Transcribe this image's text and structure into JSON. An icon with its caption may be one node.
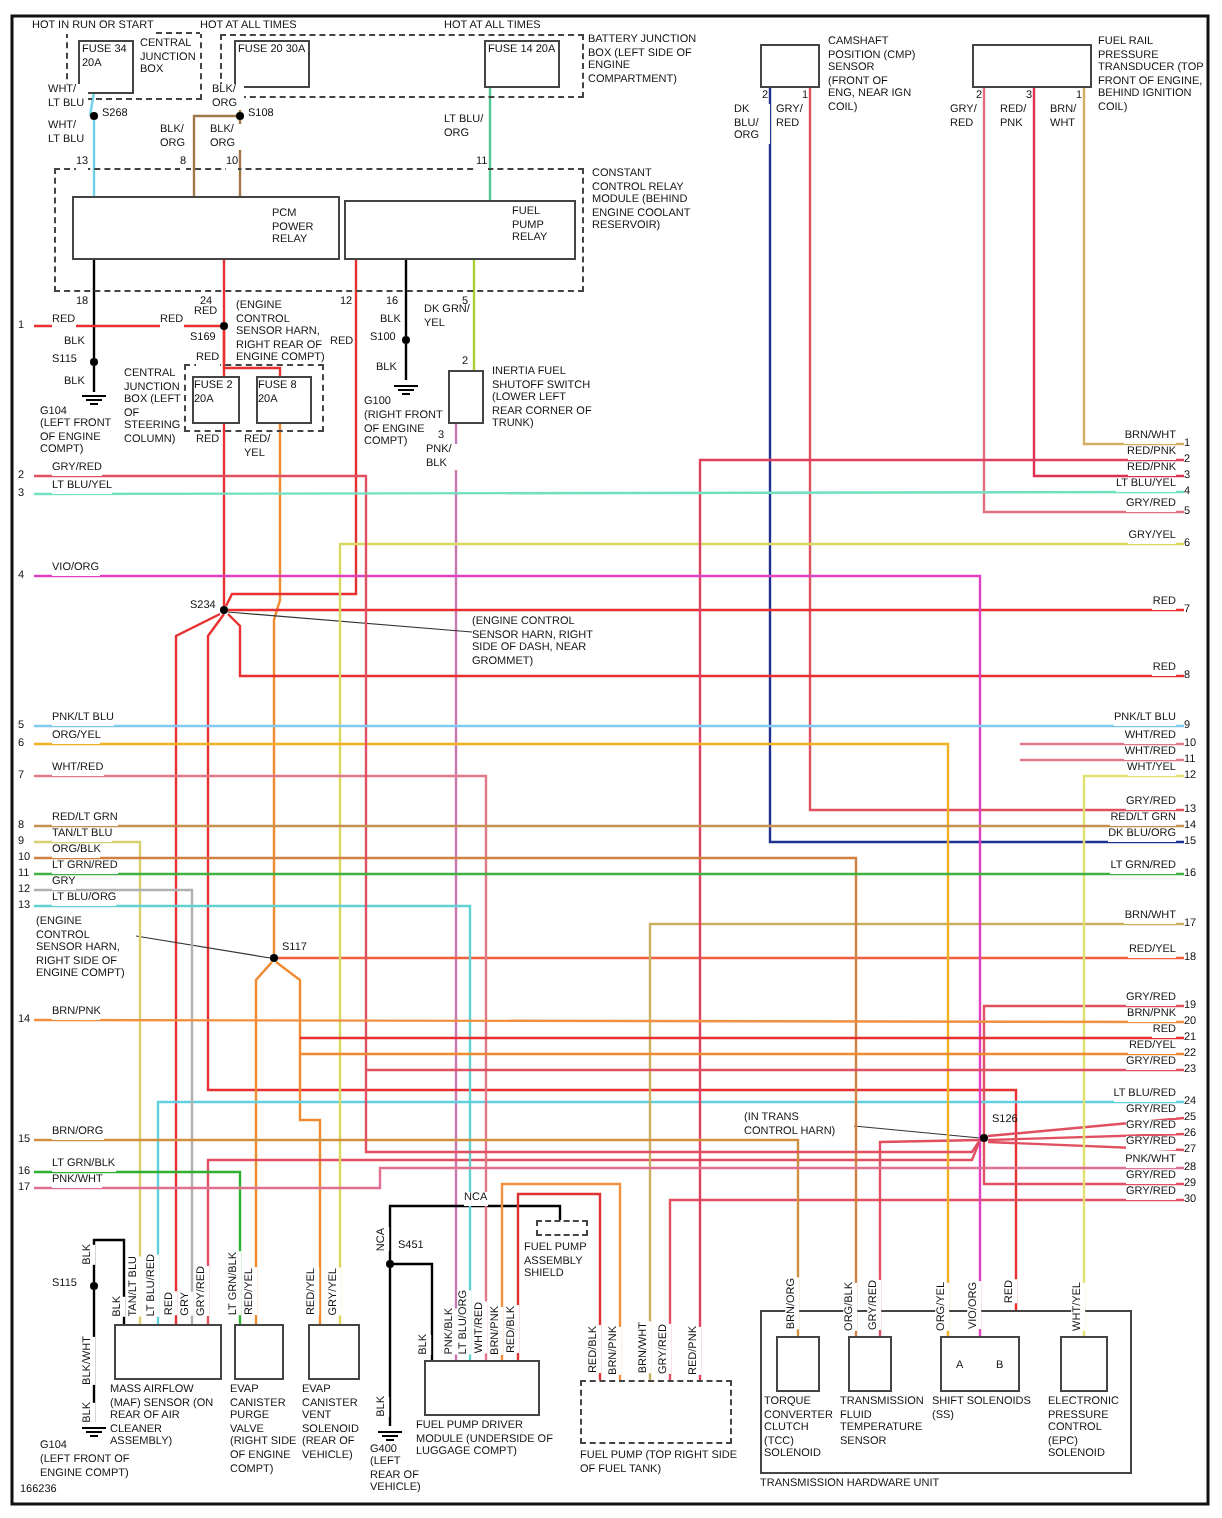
{
  "diagram": {
    "nodes": [
      {
        "text": [
          "CENTRAL JUNCTION BOX"
        ]
      },
      {
        "text": [
          "FUSE 34 20A"
        ],
        "in": 0
      },
      {
        "text": [
          "BATTERY JUNCTION BOX (LEFT SIDE OF ENGINE COMPARTMENT)"
        ]
      },
      {
        "text": [
          "FUSE 20 30A"
        ],
        "in": 2
      },
      {
        "text": [
          "FUSE 14 20A"
        ],
        "in": 2
      },
      {
        "text": [
          "S268"
        ]
      },
      {
        "text": [
          "S108"
        ]
      },
      {
        "text": [
          "CONSTANT CONTROL RELAY MODULE (BEHIND ENGINE COOLANT RESERVOIR)"
        ]
      },
      {
        "text": [
          "PCM POWER RELAY"
        ],
        "in": 7
      },
      {
        "text": [
          "FUEL PUMP RELAY"
        ],
        "in": 7
      },
      {
        "text": [
          "S169"
        ],
        "beside": [
          "(ENGINE CONTROL SENSOR HARN, RIGHT REAR OF ENGINE COMPT)"
        ]
      },
      {
        "text": [
          "S115"
        ]
      },
      {
        "text": [
          "G104",
          "(LEFT FRONT OF ENGINE COMPT)"
        ]
      },
      {
        "text": [
          "CENTRAL JUNCTION BOX (LEFT OF STEERING COLUMN)"
        ]
      },
      {
        "text": [
          "FUSE 2 20A"
        ],
        "in": 13
      },
      {
        "text": [
          "FUSE 8 20A"
        ],
        "in": 13
      },
      {
        "text": [
          "S100"
        ]
      },
      {
        "text": [
          "G100",
          "(RIGHT FRONT OF ENGINE COMPT)"
        ]
      },
      {
        "text": [
          "INERTIA FUEL SHUTOFF SWITCH (LOWER LEFT REAR CORNER OF TRUNK)"
        ]
      },
      {
        "text": [
          "CAMSHAFT POSITION (CMP) SENSOR (FRONT OF ENG, NEAR IGN COIL)"
        ]
      },
      {
        "text": [
          "FUEL RAIL PRESSURE TRANSDUCER (TOP FRONT OF ENGINE, BEHIND IGNITION COIL)"
        ]
      },
      {
        "text": [
          "S234"
        ]
      },
      {
        "text": [
          "(ENGINE CONTROL SENSOR HARN, RIGHT SIDE OF DASH, NEAR GROMMET)"
        ]
      },
      {
        "text": [
          "(ENGINE CONTROL SENSOR HARN, RIGHT SIDE OF ENGINE COMPT)"
        ]
      },
      {
        "text": [
          "S117"
        ]
      },
      {
        "text": [
          "(IN TRANS CONTROL HARN)"
        ]
      },
      {
        "text": [
          "S126"
        ]
      },
      {
        "text": [
          "S115"
        ]
      },
      {
        "text": [
          "G104",
          "(LEFT FRONT OF ENGINE COMPT)"
        ]
      },
      {
        "text": [
          "MASS AIRFLOW (MAF) SENSOR (ON REAR OF AIR CLEANER ASSEMBLY)"
        ]
      },
      {
        "text": [
          "EVAP CANISTER PURGE VALVE (RIGHT SIDE OF ENGINE COMPT)"
        ]
      },
      {
        "text": [
          "EVAP CANISTER VENT SOLENOID (REAR OF VEHICLE)"
        ]
      },
      {
        "text": [
          "S451"
        ]
      },
      {
        "text": [
          "G400",
          "(LEFT REAR OF VEHICLE)"
        ]
      },
      {
        "text": [
          "FUEL PUMP ASSEMBLY SHIELD"
        ]
      },
      {
        "text": [
          "FUEL PUMP DRIVER MODULE (UNDERSIDE OF LUGGAGE COMPT)"
        ]
      },
      {
        "text": [
          "FUEL PUMP (TOP RIGHT SIDE OF FUEL TANK)"
        ]
      },
      {
        "text": [
          "TRANSMISSION HARDWARE UNIT"
        ]
      },
      {
        "text": [
          "TORQUE CONVERTER CLUTCH (TCC) SOLENOID"
        ],
        "in": 37
      },
      {
        "text": [
          "TRANSMISSION FLUID TEMPERATURE SENSOR"
        ],
        "in": 37
      },
      {
        "text": [
          "SHIFT SOLENOIDS (SS)"
        ],
        "in": 37
      },
      {
        "text": [
          "ELECTRONIC PRESSURE CONTROL (EPC) SOLENOID"
        ],
        "in": 37
      },
      {
        "text": [
          "1"
        ]
      },
      {
        "text": [
          "2"
        ]
      },
      {
        "text": [
          "3"
        ]
      },
      {
        "text": [
          "4"
        ]
      },
      {
        "text": [
          "5"
        ]
      },
      {
        "text": [
          "6"
        ]
      },
      {
        "text": [
          "7"
        ]
      },
      {
        "text": [
          "8"
        ]
      },
      {
        "text": [
          "9"
        ]
      },
      {
        "text": [
          "10"
        ]
      },
      {
        "text": [
          "11"
        ]
      },
      {
        "text": [
          "12"
        ]
      },
      {
        "text": [
          "13"
        ]
      },
      {
        "text": [
          "14"
        ]
      },
      {
        "text": [
          "15"
        ]
      },
      {
        "text": [
          "16"
        ]
      },
      {
        "text": [
          "17"
        ]
      },
      {
        "text": [
          "1"
        ]
      },
      {
        "text": [
          "2"
        ]
      },
      {
        "text": [
          "3"
        ]
      },
      {
        "text": [
          "4"
        ]
      },
      {
        "text": [
          "5"
        ]
      },
      {
        "text": [
          "6"
        ]
      },
      {
        "text": [
          "7"
        ]
      },
      {
        "text": [
          "8"
        ]
      },
      {
        "text": [
          "9"
        ]
      },
      {
        "text": [
          "10"
        ]
      },
      {
        "text": [
          "11"
        ]
      },
      {
        "text": [
          "12"
        ]
      },
      {
        "text": [
          "13"
        ]
      },
      {
        "text": [
          "14"
        ]
      },
      {
        "text": [
          "15"
        ]
      },
      {
        "text": [
          "16"
        ]
      },
      {
        "text": [
          "17"
        ]
      },
      {
        "text": [
          "18"
        ]
      },
      {
        "text": [
          "19"
        ]
      },
      {
        "text": [
          "20"
        ]
      },
      {
        "text": [
          "21"
        ]
      },
      {
        "text": [
          "22"
        ]
      },
      {
        "text": [
          "23"
        ]
      },
      {
        "text": [
          "24"
        ]
      },
      {
        "text": [
          "25"
        ]
      },
      {
        "text": [
          "26"
        ]
      },
      {
        "text": [
          "27"
        ]
      },
      {
        "text": [
          "28"
        ]
      },
      {
        "text": [
          "29"
        ]
      },
      {
        "text": [
          "30"
        ]
      }
    ],
    "edges": [
      {
        "from": 1,
        "to": 5,
        "arrow": "none",
        "color": "#70d0e8"
      },
      {
        "from": 5,
        "to": 8,
        "arrow": "none",
        "color": "#70d0e8"
      },
      {
        "from": 3,
        "to": 6,
        "arrow": "none",
        "color": "#a07848"
      },
      {
        "from": 6,
        "to": 8,
        "arrow": "none",
        "color": "#a07848"
      },
      {
        "from": 6,
        "to": 8,
        "arrow": "none",
        "color": "#a07848"
      },
      {
        "from": 4,
        "to": 9,
        "arrow": "none",
        "color": "#50c890"
      },
      {
        "from": 8,
        "to": 11,
        "arrow": "none",
        "color": "#000000"
      },
      {
        "from": 11,
        "to": 12,
        "arrow": "none",
        "color": "#000000"
      },
      {
        "from": 8,
        "to": 10,
        "arrow": "none",
        "color": "#e83030"
      },
      {
        "from": 10,
        "to": 42,
        "arrow": "none",
        "color": "#e83030"
      },
      {
        "from": 10,
        "to": 14,
        "arrow": "none",
        "color": "#e83030"
      },
      {
        "from": 10,
        "to": 15,
        "arrow": "none",
        "color": "#e83030"
      },
      {
        "from": 14,
        "to": 21,
        "arrow": "none",
        "color": "#e83030"
      },
      {
        "from": 15,
        "to": 24,
        "arrow": "none",
        "color": "#f08a30"
      },
      {
        "from": 9,
        "to": 21,
        "arrow": "none",
        "color": "#e83030"
      },
      {
        "from": 9,
        "to": 16,
        "arrow": "none",
        "color": "#000000"
      },
      {
        "from": 16,
        "to": 17,
        "arrow": "none",
        "color": "#000000"
      },
      {
        "from": 9,
        "to": 18,
        "arrow": "none",
        "color": "#a8d030"
      },
      {
        "from": 18,
        "to": 35,
        "arrow": "none",
        "color": "#c878b0"
      },
      {
        "from": 19,
        "to": 73,
        "arrow": "none",
        "color": "#203090"
      },
      {
        "from": 19,
        "to": 71,
        "arrow": "none",
        "color": "#e05060"
      },
      {
        "from": 20,
        "to": 63,
        "arrow": "none",
        "color": "#e07080"
      },
      {
        "from": 20,
        "to": 61,
        "arrow": "none",
        "color": "#e03050"
      },
      {
        "from": 20,
        "to": 59,
        "arrow": "none",
        "color": "#d0b060"
      },
      {
        "from": 22,
        "to": 21,
        "arrow": "none",
        "color": "#333333"
      },
      {
        "from": 21,
        "to": 65,
        "arrow": "none",
        "color": "#e83030"
      },
      {
        "from": 21,
        "to": 66,
        "arrow": "none",
        "color": "#e83030"
      },
      {
        "from": 21,
        "to": 29,
        "arrow": "none",
        "color": "#e83030"
      },
      {
        "from": 21,
        "to": 37,
        "arrow": "none",
        "color": "#e83030"
      },
      {
        "from": 23,
        "to": 24,
        "arrow": "none",
        "color": "#333333"
      },
      {
        "from": 24,
        "to": 30,
        "arrow": "none",
        "color": "#f08a30"
      },
      {
        "from": 24,
        "to": 31,
        "arrow": "none",
        "color": "#f08a30"
      },
      {
        "from": 24,
        "to": 76,
        "arrow": "none",
        "color": "#f06040"
      },
      {
        "from": 25,
        "to": 26,
        "arrow": "none",
        "color": "#333333"
      },
      {
        "from": 26,
        "to": 83,
        "arrow": "none",
        "color": "#e05060"
      },
      {
        "from": 26,
        "to": 84,
        "arrow": "none",
        "color": "#e05060"
      },
      {
        "from": 26,
        "to": 85,
        "arrow": "none",
        "color": "#e05060"
      },
      {
        "from": 26,
        "to": 87,
        "arrow": "none",
        "color": "#e05060"
      },
      {
        "from": 26,
        "to": 77,
        "arrow": "none",
        "color": "#e05060"
      },
      {
        "from": 26,
        "to": 39,
        "arrow": "none",
        "color": "#e05060"
      },
      {
        "from": 29,
        "to": 27,
        "arrow": "none",
        "color": "#000000"
      },
      {
        "from": 27,
        "to": 28,
        "arrow": "none",
        "color": "#000000"
      },
      {
        "from": 29,
        "to": 50,
        "arrow": "none",
        "color": "#d8d070"
      },
      {
        "from": 29,
        "to": 82,
        "arrow": "none",
        "color": "#60d0e0"
      },
      {
        "from": 29,
        "to": 53,
        "arrow": "none",
        "color": "#b0b0b0"
      },
      {
        "from": 29,
        "to": 26,
        "arrow": "none",
        "color": "#e05060"
      },
      {
        "from": 30,
        "to": 57,
        "arrow": "none",
        "color": "#30b030"
      },
      {
        "from": 31,
        "to": 64,
        "arrow": "none",
        "color": "#d8d860"
      },
      {
        "from": 35,
        "to": 32,
        "arrow": "none",
        "color": "#000000"
      },
      {
        "from": 32,
        "to": 33,
        "arrow": "none",
        "color": "#000000"
      },
      {
        "from": 32,
        "to": 34,
        "arrow": "none",
        "color": "#000000"
      },
      {
        "from": 35,
        "to": 54,
        "arrow": "none",
        "color": "#60d0d0"
      },
      {
        "from": 35,
        "to": 48,
        "arrow": "none",
        "color": "#e07888"
      },
      {
        "from": 35,
        "to": 36,
        "arrow": "none",
        "color": "#f09040"
      },
      {
        "from": 35,
        "to": 36,
        "arrow": "none",
        "color": "#e03030"
      },
      {
        "from": 36,
        "to": 75,
        "arrow": "none",
        "color": "#c8b060"
      },
      {
        "from": 36,
        "to": 88,
        "arrow": "none",
        "color": "#e05060"
      },
      {
        "from": 36,
        "to": 60,
        "arrow": "none",
        "color": "#e04060"
      },
      {
        "from": 38,
        "to": 56,
        "arrow": "none",
        "color": "#d09040"
      },
      {
        "from": 39,
        "to": 51,
        "arrow": "none",
        "color": "#d08040"
      },
      {
        "from": 40,
        "to": 47,
        "arrow": "none",
        "color": "#f0b020"
      },
      {
        "from": 40,
        "to": 45,
        "arrow": "none",
        "color": "#e040c0"
      },
      {
        "from": 41,
        "to": 70,
        "arrow": "none",
        "color": "#e0e070"
      },
      {
        "from": 43,
        "to": 26,
        "arrow": "none",
        "color": "#e05060"
      },
      {
        "from": 44,
        "to": 62,
        "arrow": "none",
        "color": "#70e0c0"
      },
      {
        "from": 46,
        "to": 67,
        "arrow": "none",
        "color": "#80c8f0"
      },
      {
        "from": 49,
        "to": 72,
        "arrow": "none",
        "color": "#c89050"
      },
      {
        "from": 52,
        "to": 74,
        "arrow": "none",
        "color": "#40b040"
      },
      {
        "from": 55,
        "to": 78,
        "arrow": "none",
        "color": "#f09040"
      },
      {
        "from": 58,
        "to": 86,
        "arrow": "none",
        "color": "#e07090"
      },
      {
        "from": 68,
        "to": null,
        "arrow": "none",
        "color": "#e07888"
      },
      {
        "from": 69,
        "to": null,
        "arrow": "none",
        "color": "#e07888"
      },
      {
        "from": 79,
        "to": null,
        "arrow": "none",
        "color": "#e83030"
      },
      {
        "from": 80,
        "to": null,
        "arrow": "none",
        "color": "#f08a30"
      },
      {
        "from": 81,
        "to": null,
        "arrow": "none",
        "color": "#e05060"
      }
    ],
    "labels": [
      "HOT IN RUN OR START",
      "HOT AT ALL TIMES",
      "HOT AT ALL TIMES",
      "WHT/ LT BLU",
      "BLK/ ORG",
      "WHT/ LT BLU",
      "BLK/ ORG",
      "BLK/ ORG",
      "LT BLU/ ORG",
      "13",
      "8",
      "10",
      "11",
      "18",
      "24",
      "12",
      "16",
      "5",
      "RED",
      "RED",
      "RED",
      "BLK",
      "RED",
      "BLK",
      "DK GRN/ YEL",
      "RED",
      "BLK",
      "BLK",
      "2",
      "RED",
      "RED/ YEL",
      "3",
      "PNK/ BLK",
      "2",
      "1",
      "DK BLU/ ORG",
      "GRY/ RED",
      "2",
      "3",
      "1",
      "GRY/ RED",
      "RED/ PNK",
      "BRN/ WHT",
      "GRY/RED",
      "LT BLU/YEL",
      "VIO/ORG",
      "PNK/LT BLU",
      "ORG/YEL",
      "WHT/RED",
      "RED/LT GRN",
      "TAN/LT BLU",
      "ORG/BLK",
      "LT GRN/RED",
      "GRY",
      "LT BLU/ORG",
      "BRN/PNK",
      "BRN/ORG",
      "LT GRN/BLK",
      "PNK/WHT",
      "BRN/WHT",
      "RED/PNK",
      "RED/PNK",
      "LT BLU/YEL",
      "GRY/RED",
      "GRY/YEL",
      "RED",
      "RED",
      "PNK/LT BLU",
      "WHT/RED",
      "WHT/RED",
      "WHT/YEL",
      "GRY/RED",
      "RED/LT GRN",
      "DK BLU/ORG",
      "LT GRN/RED",
      "BRN/WHT",
      "RED/YEL",
      "GRY/RED",
      "BRN/PNK",
      "RED",
      "RED/YEL",
      "GRY/RED",
      "LT BLU/RED",
      "GRY/RED",
      "GRY/RED",
      "GRY/RED",
      "PNK/WHT",
      "GRY/RED",
      "GRY/RED",
      "BLK",
      "BLK/WHT",
      "BLK",
      "BLK",
      "TAN/LT BLU",
      "LT BLU/RED",
      "RED",
      "GRY",
      "GRY/RED",
      "LT GRN/BLK",
      "RED/YEL",
      "RED/YEL",
      "GRY/YEL",
      "NCA",
      "NCA",
      "BLK",
      "BLK",
      "PNK/BLK",
      "LT BLU/ORG",
      "WHT/RED",
      "BRN/PNK",
      "RED/BLK",
      "RED/BLK",
      "BRN/PNK",
      "BRN/WHT",
      "GRY/RED",
      "RED/PNK",
      "BRN/ORG",
      "ORG/BLK",
      "GRY/RED",
      "ORG/YEL",
      "VIO/ORG",
      "RED",
      "WHT/YEL",
      "A",
      "B",
      "166236"
    ]
  }
}
